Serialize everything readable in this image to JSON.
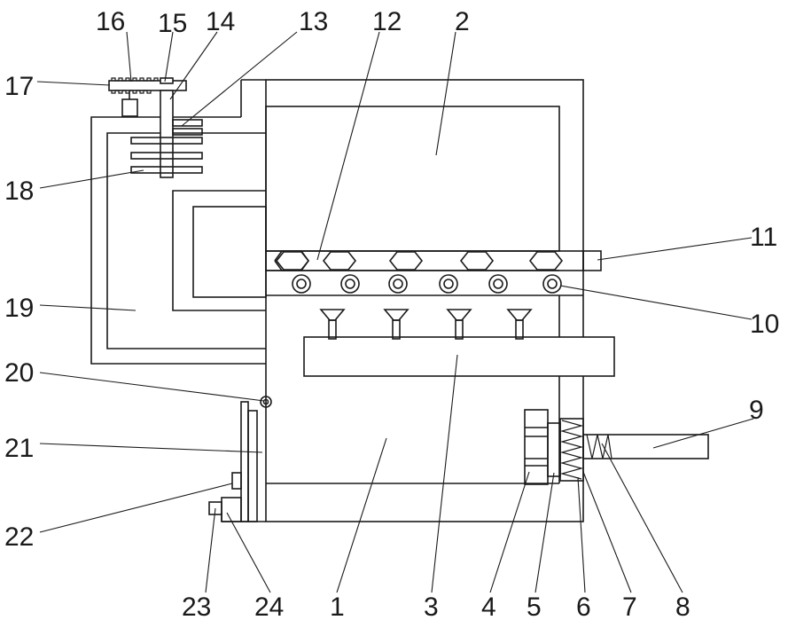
{
  "figure": {
    "labels": {
      "l1": "1",
      "l2": "2",
      "l3": "3",
      "l4": "4",
      "l5": "5",
      "l6": "6",
      "l7": "7",
      "l8": "8",
      "l9": "9",
      "l10": "10",
      "l11": "11",
      "l12": "12",
      "l13": "13",
      "l14": "14",
      "l15": "15",
      "l16": "16",
      "l17": "17",
      "l18": "18",
      "l19": "19",
      "l20": "20",
      "l21": "21",
      "l22": "22",
      "l23": "23",
      "l24": "24"
    }
  }
}
